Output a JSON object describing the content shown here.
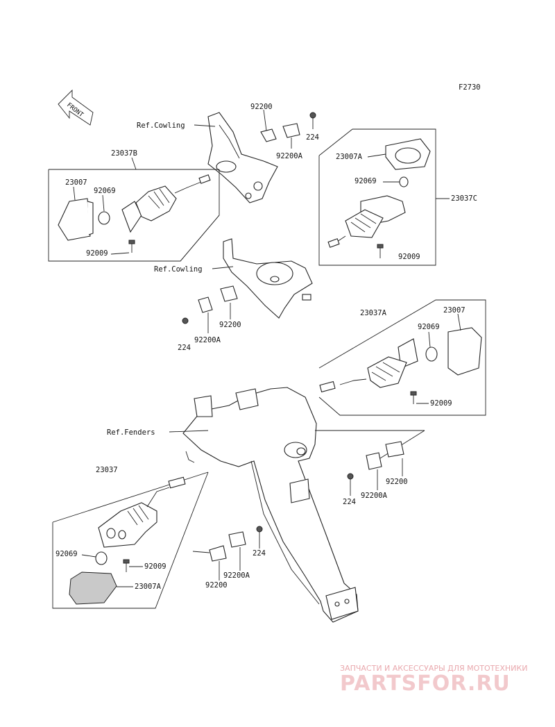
{
  "figure_code": "F2730",
  "front_label": "FRONT",
  "ref_labels": {
    "cowling_1": "Ref.Cowling",
    "cowling_2": "Ref.Cowling",
    "fenders": "Ref.Fenders"
  },
  "part_labels": {
    "p_92200_a": "92200",
    "p_224_a": "224",
    "p_92200A_a": "92200A",
    "p_23037B": "23037B",
    "p_23007_left": "23007",
    "p_92069_left": "92069",
    "p_92009_left": "92009",
    "p_23007A_top": "23007A",
    "p_92069_right": "92069",
    "p_23037C": "23037C",
    "p_92009_right": "92009",
    "p_224_b": "224",
    "p_92200A_b": "92200A",
    "p_92200_b": "92200",
    "p_23037A": "23037A",
    "p_23007_right": "23007",
    "p_92069_r2": "92069",
    "p_92009_r2": "92009",
    "p_23037": "23037",
    "p_92200_c": "92200",
    "p_224_c": "224",
    "p_92200A_c": "92200A",
    "p_92069_bl": "92069",
    "p_92009_bl": "92009",
    "p_23007A_bl": "23007A",
    "p_224_d": "224",
    "p_92200A_d": "92200A",
    "p_92200_d": "92200"
  },
  "watermark": {
    "caption": "ЗАПЧАСТИ И АКСЕССУАРЫ ДЛЯ МОТОТЕХНИКИ",
    "logo": "PARTSFOR.RU"
  }
}
